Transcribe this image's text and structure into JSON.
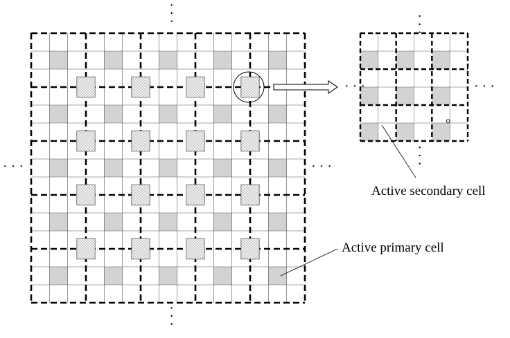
{
  "labels": {
    "secondary": "Active secondary cell",
    "primary": "Active primary cell"
  },
  "colors": {
    "active_primary_fill": "#d3d3d3",
    "active_secondary_fill": "#ebebeb",
    "grid_dashed": "#000000",
    "grid_thin": "#555555"
  },
  "diagram": {
    "large_grid": {
      "cells_per_side": 15
    },
    "small_grid": {
      "cells_per_side": 6
    },
    "continuation_marker": "· · ·"
  }
}
